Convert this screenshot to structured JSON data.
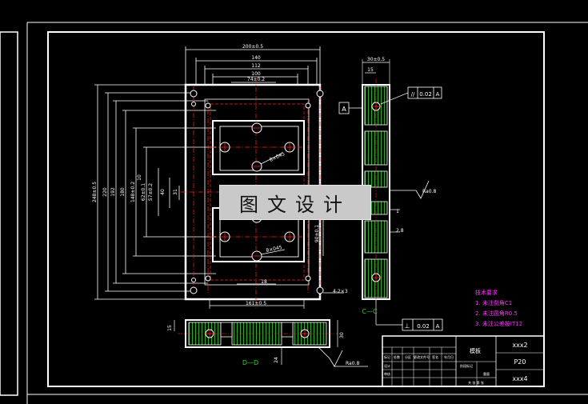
{
  "drawing": {
    "dims": {
      "top_overall": "200±0.5",
      "d140": "140",
      "d112": "112",
      "d100": "100",
      "d74": "74±0.2",
      "left_overall": "248±0.5",
      "d220": "220",
      "d192": "192",
      "d180": "180",
      "d148": "148±0.2",
      "d10": "10",
      "d31": "31",
      "d40": "40",
      "d57": "57±0.2",
      "d62": "62±0.1",
      "pocket_upper": "8×045",
      "pocket_lower": "8×045",
      "bottom_dim": "161±0.5",
      "d18": "18",
      "right_dim": "90±0.1",
      "small_dim": "4-2×3",
      "side_top": "30±0.5",
      "side_top2": "15",
      "dd_30": "30",
      "dd_left": "15",
      "dd_24": "24"
    },
    "gdt_top": {
      "symbol": "//",
      "value": "0.02",
      "datum": "A"
    },
    "gdt_bottom": {
      "symbol": "⊥",
      "value": "0.02",
      "datum": "A"
    },
    "datum_a": "A",
    "rough_side": "Ra0.8",
    "rough_bottom": "Ra0.8",
    "side_label_1": "1",
    "side_label_2": "2.8",
    "section_cc": "C—C",
    "section_dd": "D—D",
    "tech_title": "技术要求",
    "tech_notes": [
      "1. 未注倒角C1",
      "2. 未注圆角R0.5",
      "3. 未注公差按IT12"
    ]
  },
  "title_block": {
    "name": "模板",
    "code": "xxx2",
    "material": "P20",
    "company": "xxx4",
    "rows": [
      "标记",
      "处数",
      "分区",
      "更改文件号",
      "签名",
      "年月日"
    ],
    "row_design": "设计",
    "row_check": "审核",
    "scale_label": "阶段标记",
    "weight_label": "重量",
    "sheet_label": "共 张 第 张"
  },
  "watermark": "图文设计",
  "colors": {
    "bg": "#000000",
    "line": "#ffffff",
    "dim": "#ffffff",
    "center": "#ff2020",
    "hatch": "#2aaa2a",
    "text": "#ffffff",
    "magenta": "#ff33ff",
    "green_text": "#33cc33"
  }
}
